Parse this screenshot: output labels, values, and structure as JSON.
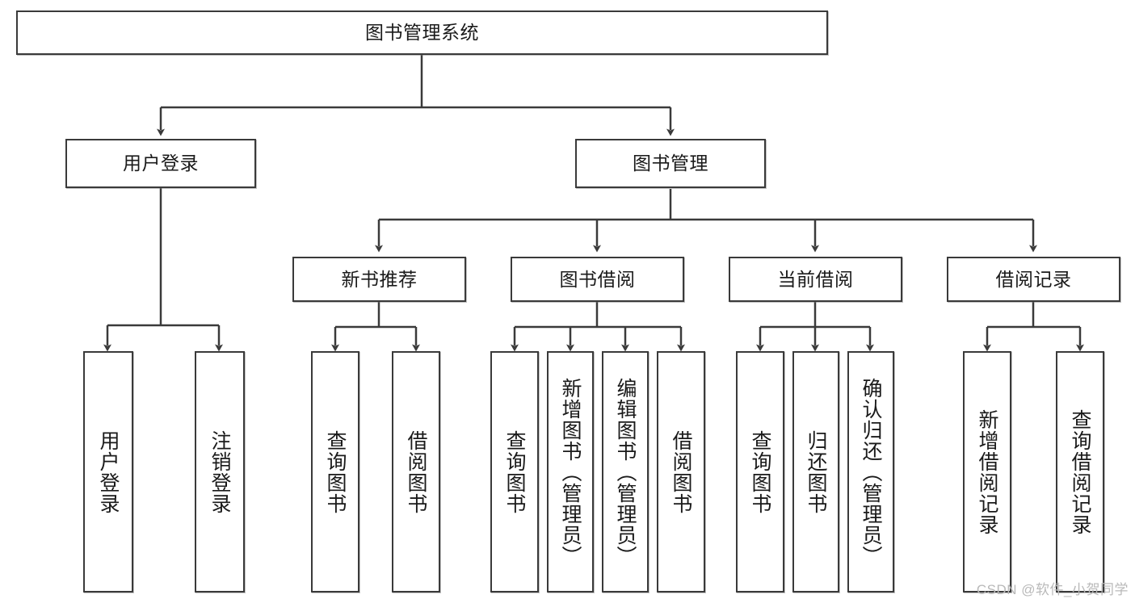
{
  "diagram": {
    "title": "图书管理系统",
    "watermark": "CSDN @软件_小贺同学",
    "root": {
      "label": "图书管理系统"
    },
    "level2": [
      {
        "label": "用户登录"
      },
      {
        "label": "图书管理"
      }
    ],
    "level3": [
      {
        "label": "新书推荐"
      },
      {
        "label": "图书借阅"
      },
      {
        "label": "当前借阅"
      },
      {
        "label": "借阅记录"
      }
    ],
    "leaves": {
      "user_login": [
        {
          "label": "用户登录"
        },
        {
          "label": "注销登录"
        }
      ],
      "new_book_recommend": [
        {
          "label": "查询图书"
        },
        {
          "label": "借阅图书"
        }
      ],
      "book_borrow": [
        {
          "label": "查询图书"
        },
        {
          "label": "新增图书（管理员）"
        },
        {
          "label": "编辑图书（管理员）"
        },
        {
          "label": "借阅图书"
        }
      ],
      "current_borrow": [
        {
          "label": "查询图书"
        },
        {
          "label": "归还图书"
        },
        {
          "label": "确认归还（管理员）"
        }
      ],
      "borrow_record": [
        {
          "label": "新增借阅记录"
        },
        {
          "label": "查询借阅记录"
        }
      ]
    },
    "colors": {
      "stroke": "#3a3a3a",
      "box_fill": "#ffffff",
      "text": "#1a1a1a",
      "watermark": "#b9b9b9"
    }
  }
}
